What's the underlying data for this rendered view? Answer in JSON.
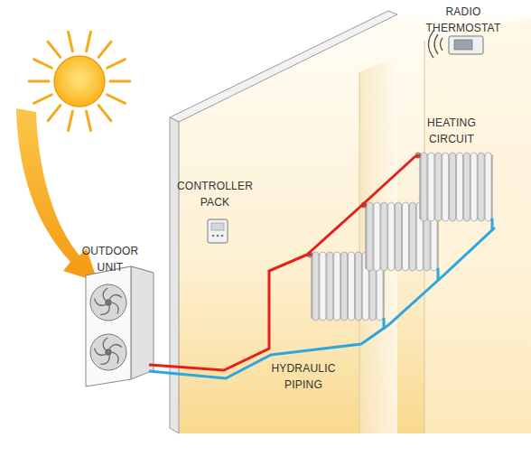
{
  "diagram": {
    "labels": [
      "RADIO THERMOSTAT",
      "HEATING CIRCUIT",
      "CONTROLLER PACK",
      "OUTDOOR UNIT",
      "HYDRAULIC PIPING"
    ]
  }
}
